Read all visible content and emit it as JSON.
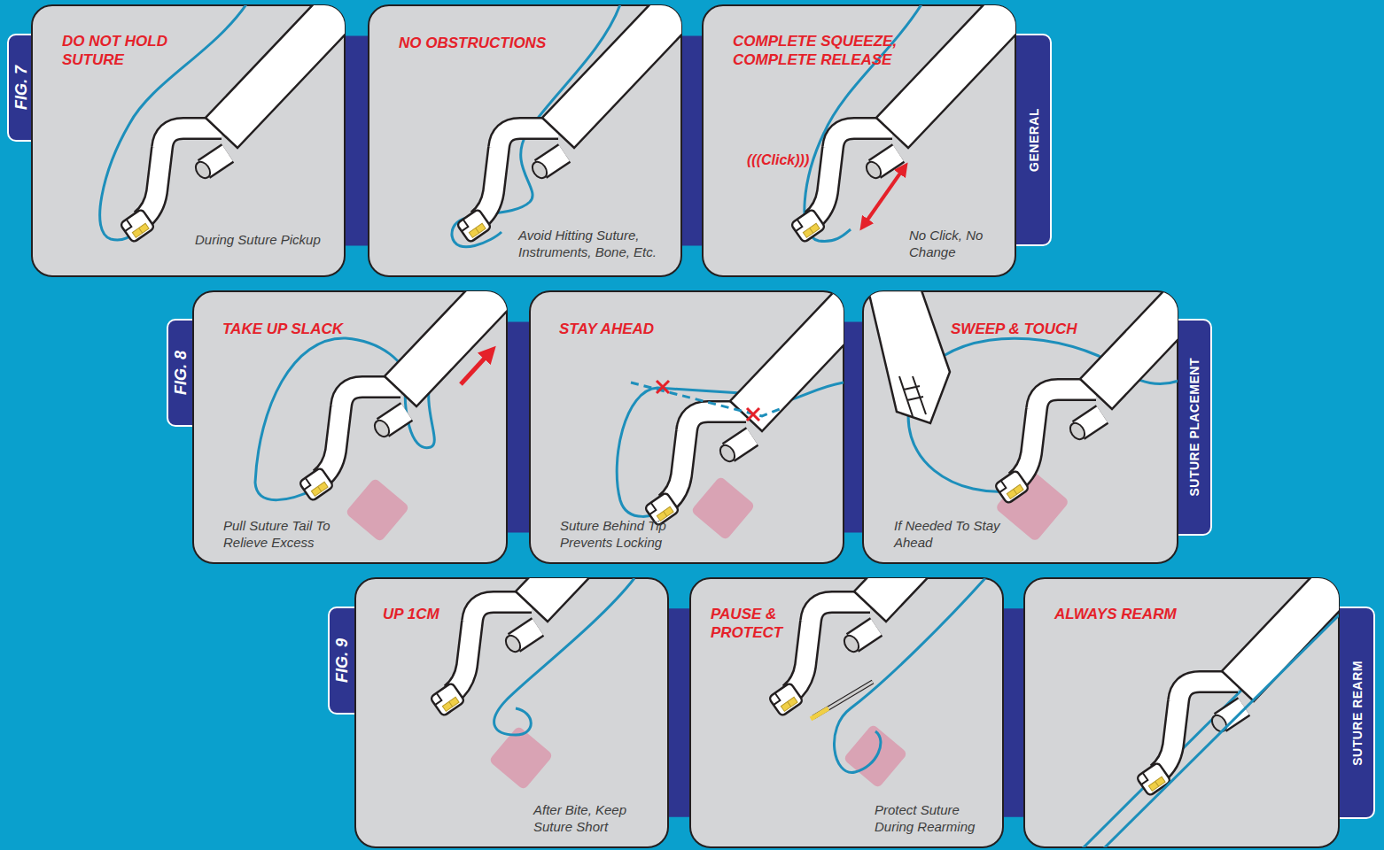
{
  "diagram": {
    "nodes": [
      {
        "text": [
          "FIG. 7"
        ]
      },
      {
        "text": [
          "DO NOT HOLD SUTURE",
          "During Suture Pickup"
        ]
      },
      {
        "text": [
          "NO OBSTRUCTIONS",
          "Avoid Hitting Suture, Instruments, Bone, Etc."
        ]
      },
      {
        "text": [
          "COMPLETE SQUEEZE, COMPLETE RELEASE",
          "No Click, No Change"
        ]
      },
      {
        "text": [
          "GENERAL"
        ]
      },
      {
        "text": [
          "FIG. 8"
        ]
      },
      {
        "text": [
          "TAKE UP SLACK",
          "Pull Suture Tail To Relieve Excess"
        ]
      },
      {
        "text": [
          "STAY AHEAD",
          "Suture Behind Tip Prevents Locking"
        ]
      },
      {
        "text": [
          "SWEEP & TOUCH",
          "If Needed To Stay Ahead"
        ]
      },
      {
        "text": [
          "SUTURE PLACEMENT"
        ]
      },
      {
        "text": [
          "FIG. 9"
        ]
      },
      {
        "text": [
          "UP 1CM",
          "After Bite, Keep Suture Short"
        ]
      },
      {
        "text": [
          "PAUSE & PROTECT",
          "Protect Suture During Rearming"
        ]
      },
      {
        "text": [
          "ALWAYS REARM"
        ]
      },
      {
        "text": [
          "SUTURE REARM"
        ]
      }
    ],
    "edges": [
      {
        "from": 1,
        "to": 2,
        "arrow": "none"
      },
      {
        "from": 2,
        "to": 3,
        "arrow": "none"
      },
      {
        "from": 6,
        "to": 7,
        "arrow": "none"
      },
      {
        "from": 7,
        "to": 8,
        "arrow": "none"
      },
      {
        "from": 11,
        "to": 12,
        "arrow": "none"
      },
      {
        "from": 12,
        "to": 13,
        "arrow": "none"
      }
    ],
    "labels": [
      "(((Click)))"
    ]
  }
}
